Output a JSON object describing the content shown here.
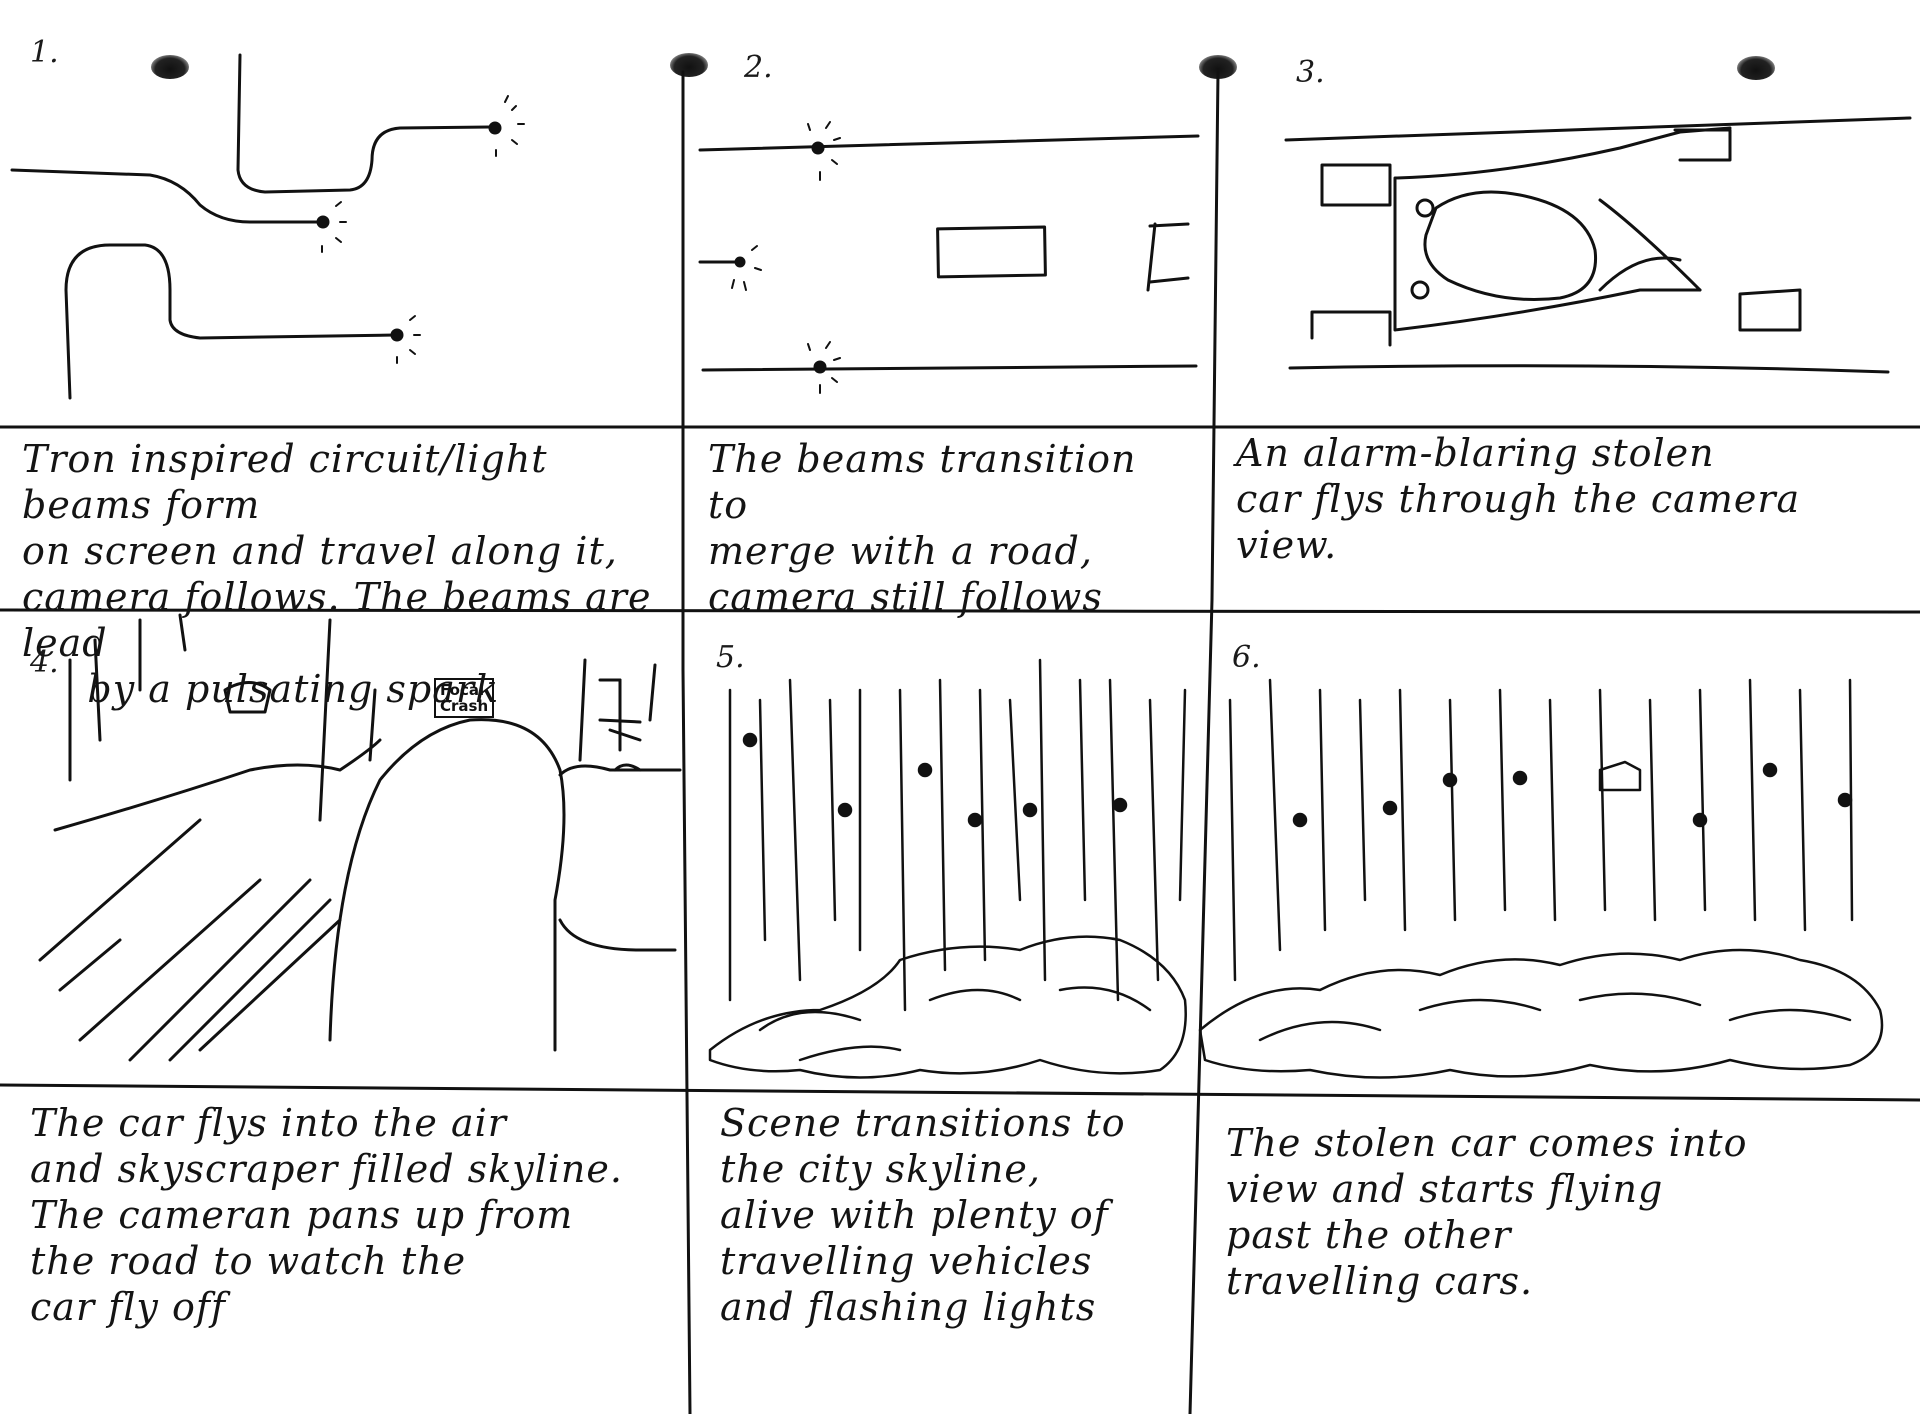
{
  "storyboard": {
    "panels": [
      {
        "number": "1.",
        "caption": "Tron inspired circuit/light beams form\non screen and travel along it,\ncamera follows. The beams are lead\n     by a pulsating spark"
      },
      {
        "number": "2.",
        "caption": "The beams transition to\nmerge with a road,\ncamera still follows"
      },
      {
        "number": "3.",
        "caption": "An alarm-blaring stolen\ncar flys through the camera\nview."
      },
      {
        "number": "4.",
        "caption": "The car flys into the air\nand skyscraper filled skyline.\nThe cameran pans up from\nthe road to watch the\ncar fly off",
        "sign": "Focal\nCrash"
      },
      {
        "number": "5.",
        "caption": "Scene transitions to\nthe city skyline,\nalive with plenty of\ntravelling vehicles\nand flashing lights"
      },
      {
        "number": "6.",
        "caption": "The stolen car comes into\nview and starts flying\npast the other\ntravelling cars."
      }
    ]
  }
}
